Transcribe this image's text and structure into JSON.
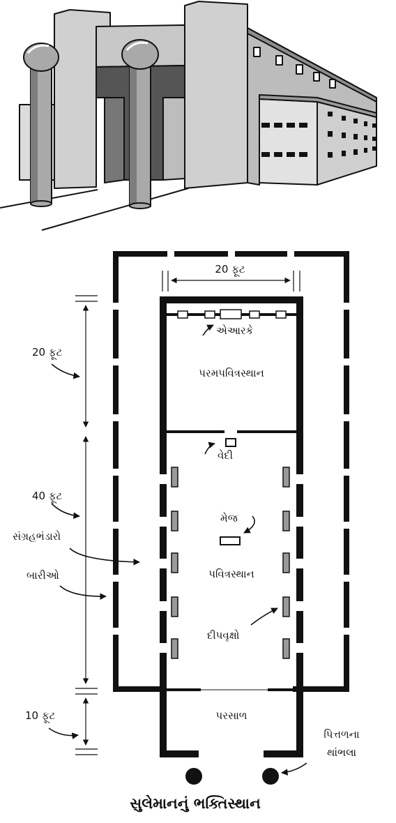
{
  "diagram": {
    "title": "સુલેમાનનું ભક્તિસ્થાન",
    "dimensions": {
      "width_top": "20 ફૂટ",
      "length_most_holy": "20 ફૂટ",
      "length_holy": "40 ફૂટ",
      "length_porch": "10 ફૂટ"
    },
    "rooms": {
      "most_holy": "પરમપવિત્રસ્થાન",
      "holy": "પવિત્રસ્થાન",
      "porch": "પરસાળ"
    },
    "items": {
      "ark": "એઆરકે",
      "altar": "વેદી",
      "table": "મેજ",
      "lampstands": "દીપવૃક્ષો",
      "storerooms": "સંગ્રહભંડારો",
      "windows": "બારીઓ",
      "pillars_line1": "પિત્તળના",
      "pillars_line2": "થાંભલા"
    },
    "colors": {
      "wall": "#111111",
      "building_light": "#dcdcdc",
      "building_mid": "#a9a9a9",
      "building_dark": "#555555",
      "lampstand": "#9a9a9a"
    }
  }
}
